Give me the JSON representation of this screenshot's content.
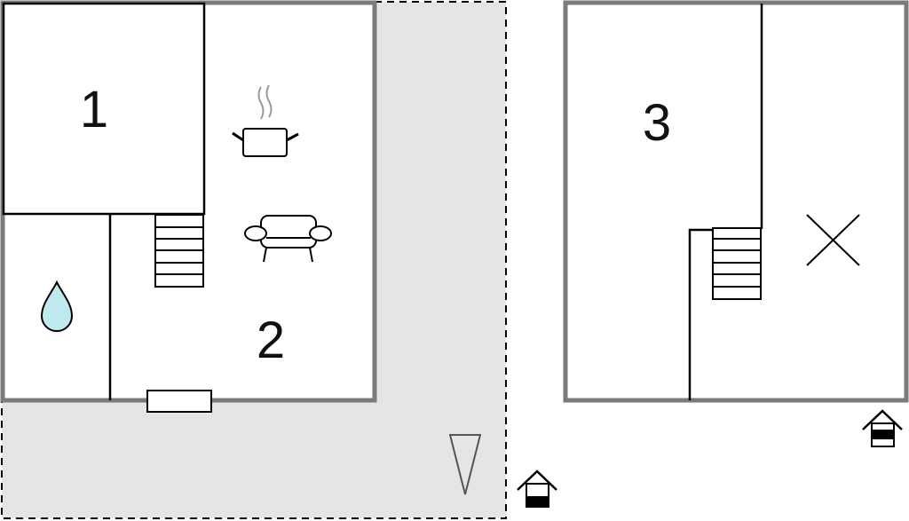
{
  "floorplan": {
    "rooms": [
      {
        "label": "1"
      },
      {
        "label": "2"
      },
      {
        "label": "3"
      }
    ],
    "icons": {
      "water": "water-drop-icon",
      "kitchen": "cooking-pot-icon",
      "living": "sofa-icon",
      "open_space": "cross-icon",
      "direction": "north-arrow-icon",
      "entrance": "entrance-house-icon"
    },
    "colors": {
      "wall": "#7a7a7a",
      "interior_wall": "#000000",
      "terrace": "#e5e5e5",
      "water": "#bfe9ef"
    }
  }
}
